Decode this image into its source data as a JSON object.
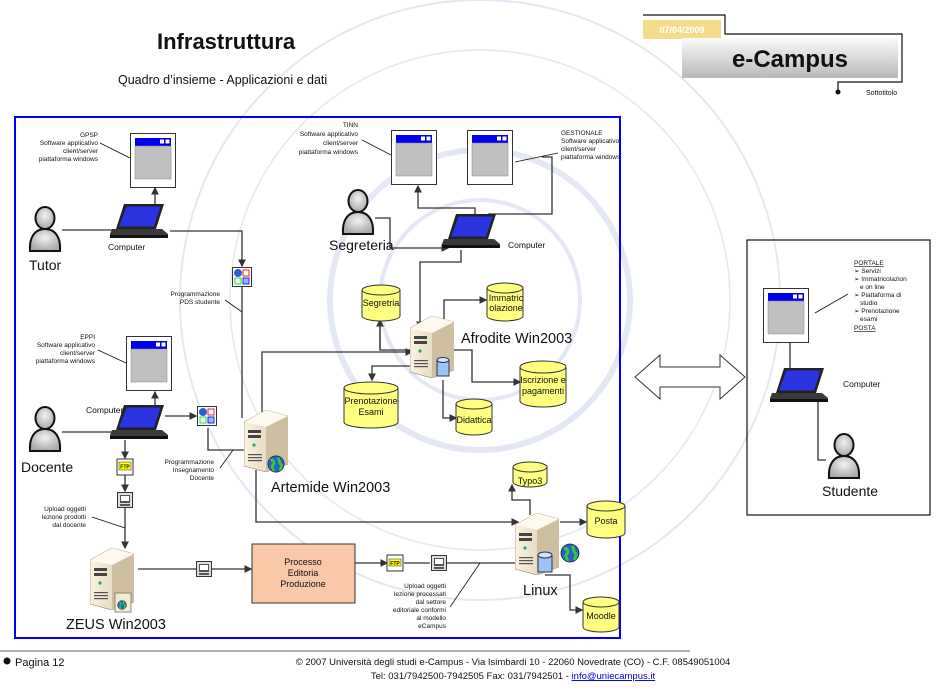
{
  "header": {
    "title": "Infrastruttura",
    "subtitle": "Quadro d’insieme - Applicazioni e dati",
    "date": "07/04/2009",
    "brand": "e-Campus",
    "brand_subtitle": "Sottotitolo"
  },
  "users": {
    "tutor": "Tutor",
    "segreteria": "Segreteria",
    "docente": "Docente",
    "studente": "Studente"
  },
  "computer_label": "Computer",
  "apps": {
    "gpsp": [
      "GPSP",
      "Software applicativo",
      "client/server",
      "piattaforma windows"
    ],
    "tinn": [
      "TINN",
      "Software applicativo",
      "client/server",
      "piattaforma windows"
    ],
    "gestionale": [
      "GESTIONALE",
      "Software applicativo",
      "client/server",
      "piattaforma windows"
    ],
    "eppi": [
      "EPPI",
      "Software applicativo",
      "client/server",
      "piattaforma windows"
    ],
    "portale": {
      "title": "PORTALE",
      "items": [
        "Servizi",
        "Immatricolazion",
        "e on line",
        "Piattaforma di",
        "studio",
        "Prenotazione",
        "esami"
      ],
      "posta": "POSTA"
    }
  },
  "servers": {
    "afrodite": "Afrodite Win2003",
    "artemide": "Artemide Win2003",
    "zeus": "ZEUS Win2003",
    "linux": "Linux"
  },
  "databases": {
    "segretria": [
      "Segretria"
    ],
    "immatricolazione": [
      "Immatric",
      "olazione"
    ],
    "prenotazione": [
      "Prenotazione",
      "Esami"
    ],
    "iscrizione": [
      "Iscrizione e",
      "pagamenti"
    ],
    "didattica": [
      "Didattica"
    ],
    "typo3": [
      "Typo3"
    ],
    "posta": [
      "Posta"
    ],
    "moodle": [
      "Moodle"
    ]
  },
  "process": [
    "Processo",
    "Editoria",
    "Produzione"
  ],
  "annotations": {
    "pds": [
      "Programmazione",
      "PDS studente"
    ],
    "insegnamento": [
      "Programmazione",
      "Insegnamento",
      "Docente"
    ],
    "upload_docente": [
      "Upload oggetti",
      "lezione prodotti",
      "dal docente"
    ],
    "upload_processati": [
      "Upload oggetti",
      "lezione processati",
      "dal settore",
      "editoriale conformi",
      "al modello",
      "eCampus"
    ]
  },
  "icons": {
    "ftp": "FTP"
  },
  "colors": {
    "frame_blue": "#0000ff",
    "window_bar": "#0000ee",
    "database_yellow": "#ffff80",
    "process_fill": "#f9c8a6",
    "date_fill": "#f5dc8a"
  },
  "footer": {
    "page": "Pagina 12",
    "line1": "© 2007 Università degli studi e-Campus - Via Isimbardi 10 - 22060 Novedrate (CO) - C.F. 08549051004",
    "line2": "Tel: 031/7942500-7942505 Fax: 031/7942501 - ",
    "email": "info@uniecampus.it"
  }
}
